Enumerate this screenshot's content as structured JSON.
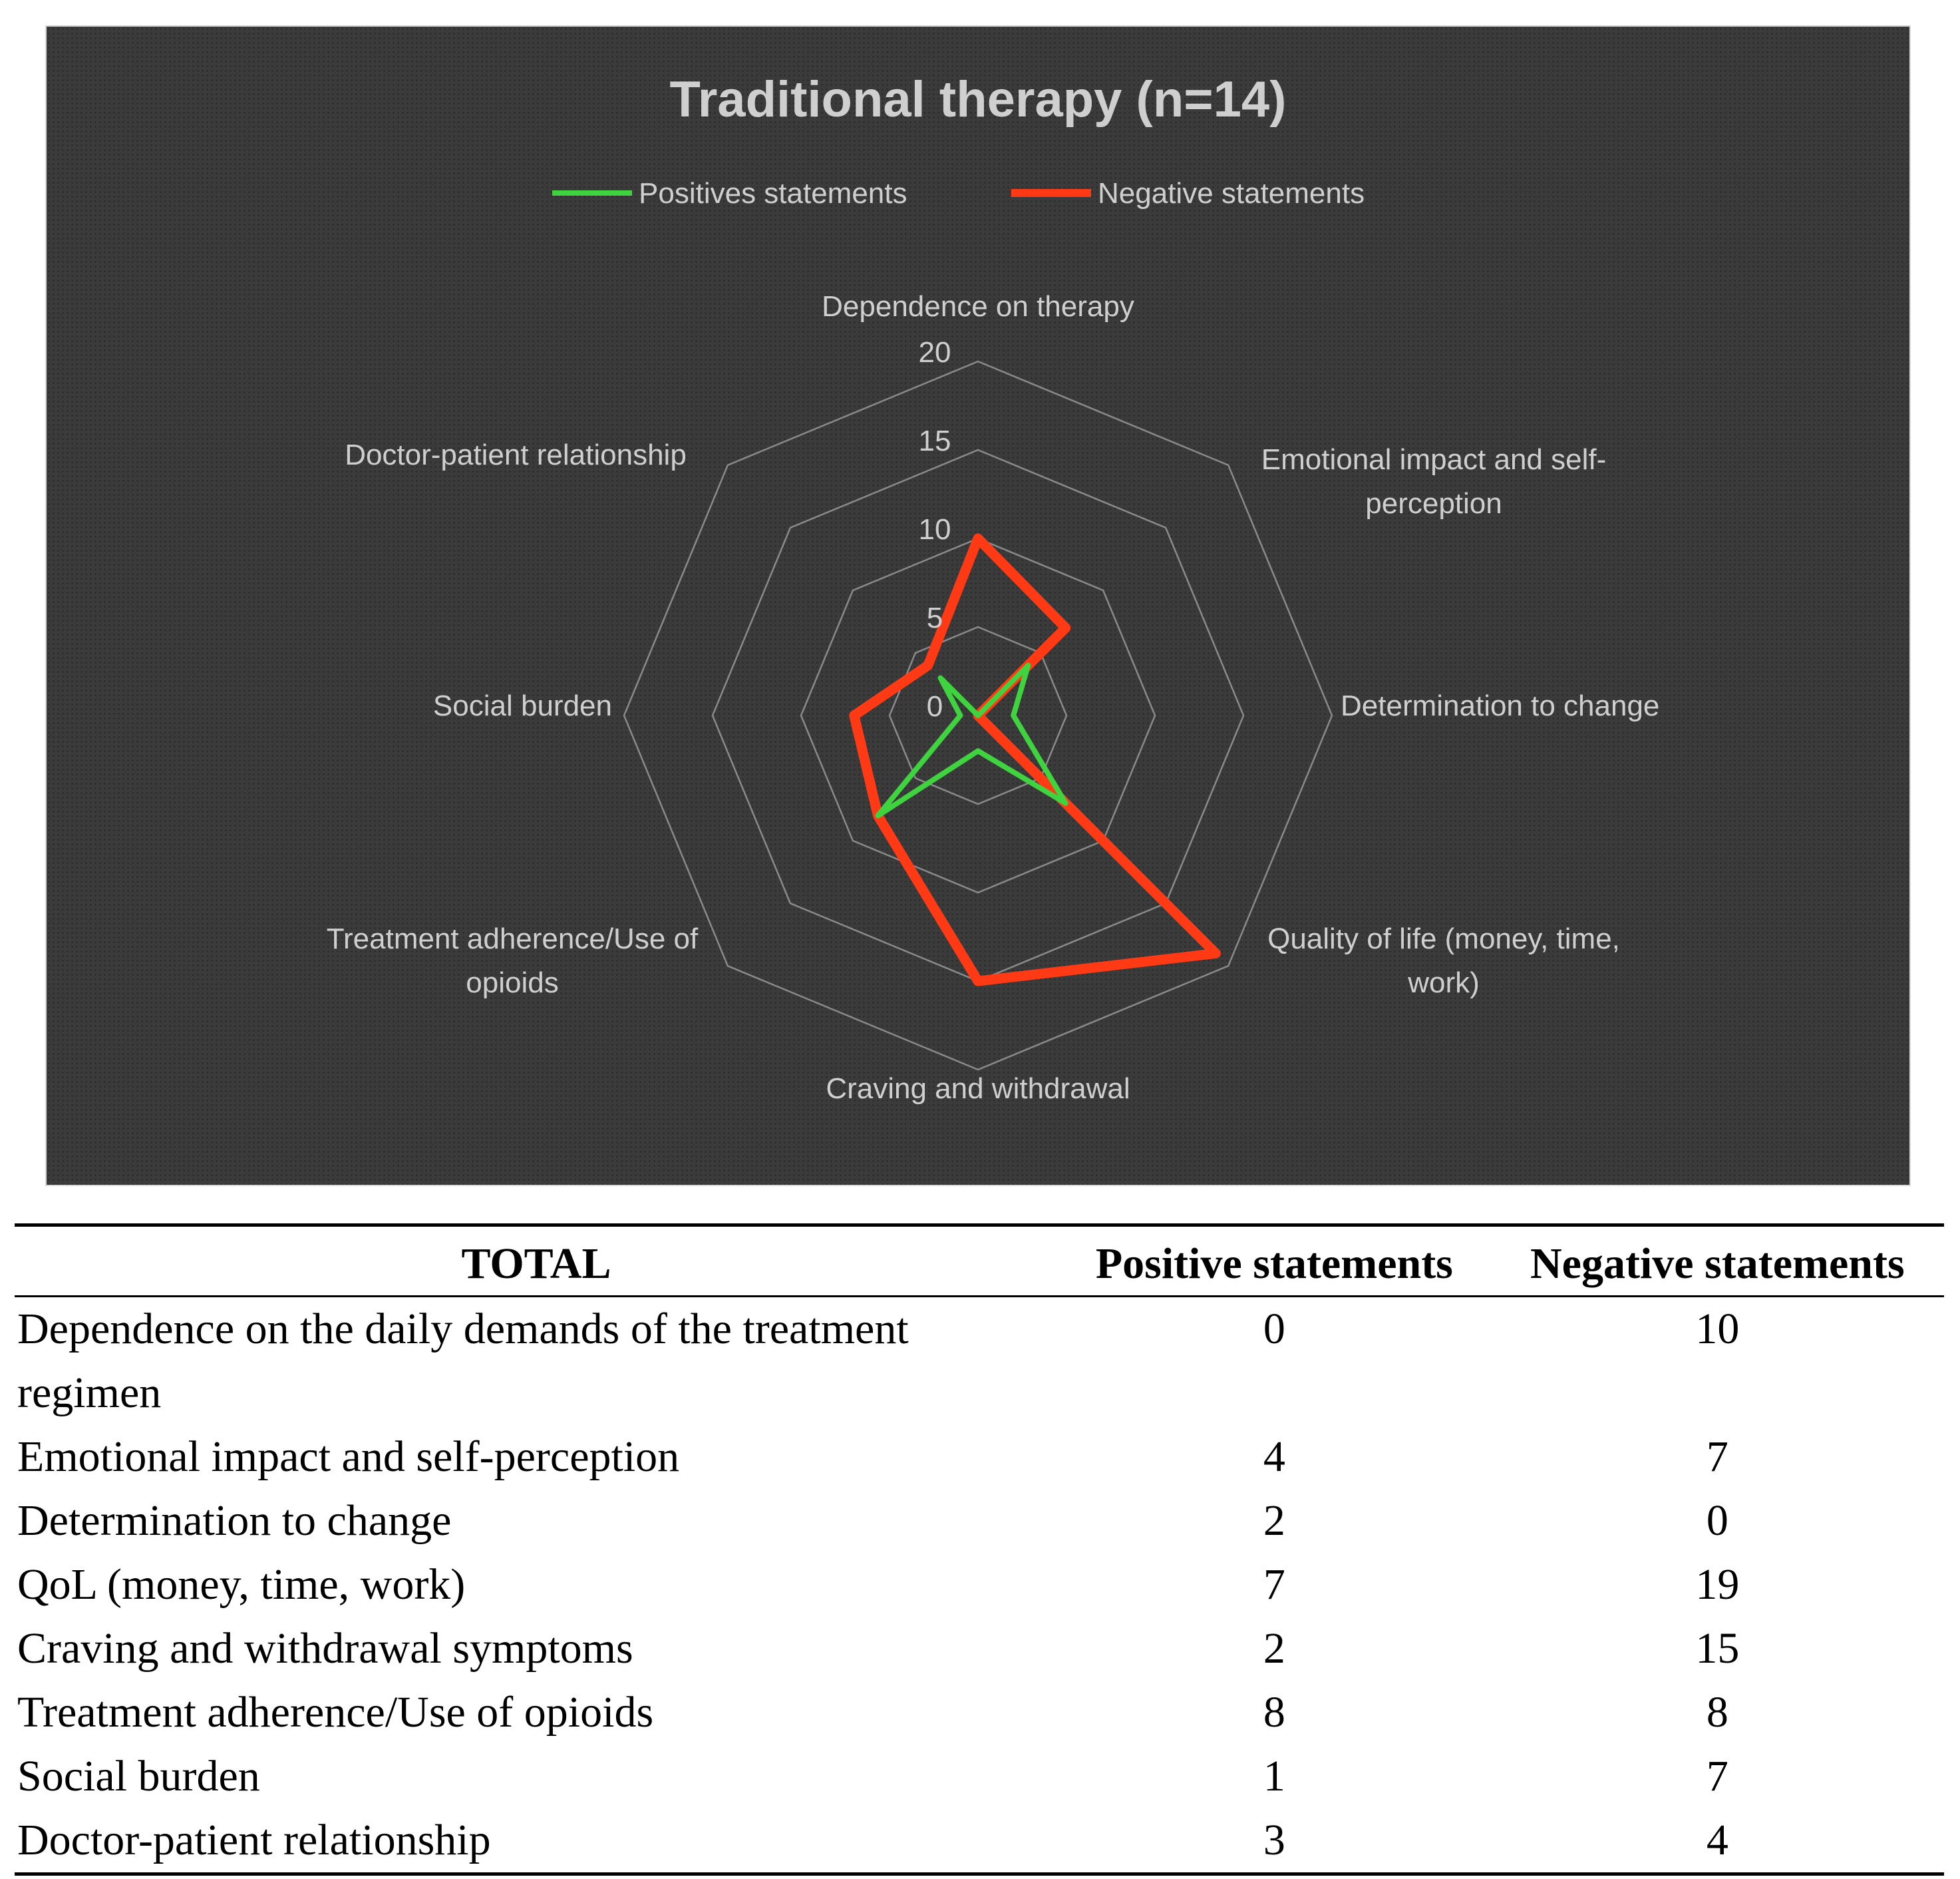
{
  "chart_data": [
    {
      "type": "radar",
      "title": "Traditional therapy (n=14)",
      "categories": [
        "Dependence on therapy",
        "Emotional impact and self-perception",
        "Determination to change",
        "Quality of life (money, time, work)",
        "Craving and withdrawal",
        "Treatment adherence/Use of opioids",
        "Social burden",
        "Doctor-patient relationship"
      ],
      "series": [
        {
          "name": "Positives statements",
          "color": "#3fd43f",
          "values": [
            0,
            4,
            2,
            7,
            2,
            8,
            1,
            3
          ]
        },
        {
          "name": "Negative statements",
          "color": "#ff3a14",
          "values": [
            10,
            7,
            0,
            19,
            15,
            8,
            7,
            4
          ]
        }
      ],
      "radial_ticks": [
        "0",
        "5",
        "10",
        "15",
        "20"
      ],
      "rlim": [
        0,
        20
      ],
      "grid": true,
      "legend": "top"
    },
    {
      "type": "table",
      "columns": [
        "TOTAL",
        "Positive statements",
        "Negative statements"
      ],
      "rows": [
        [
          "Dependence on the daily demands of the treatment regimen",
          "0",
          "10"
        ],
        [
          "Emotional impact and self-perception",
          "4",
          "7"
        ],
        [
          "Determination to change",
          "2",
          "0"
        ],
        [
          "QoL (money, time, work)",
          "7",
          "19"
        ],
        [
          "Craving and withdrawal symptoms",
          "2",
          "15"
        ],
        [
          "Treatment adherence/Use of opioids",
          "8",
          "8"
        ],
        [
          "Social burden",
          "1",
          "7"
        ],
        [
          "Doctor-patient relationship",
          "3",
          "4"
        ]
      ]
    }
  ]
}
